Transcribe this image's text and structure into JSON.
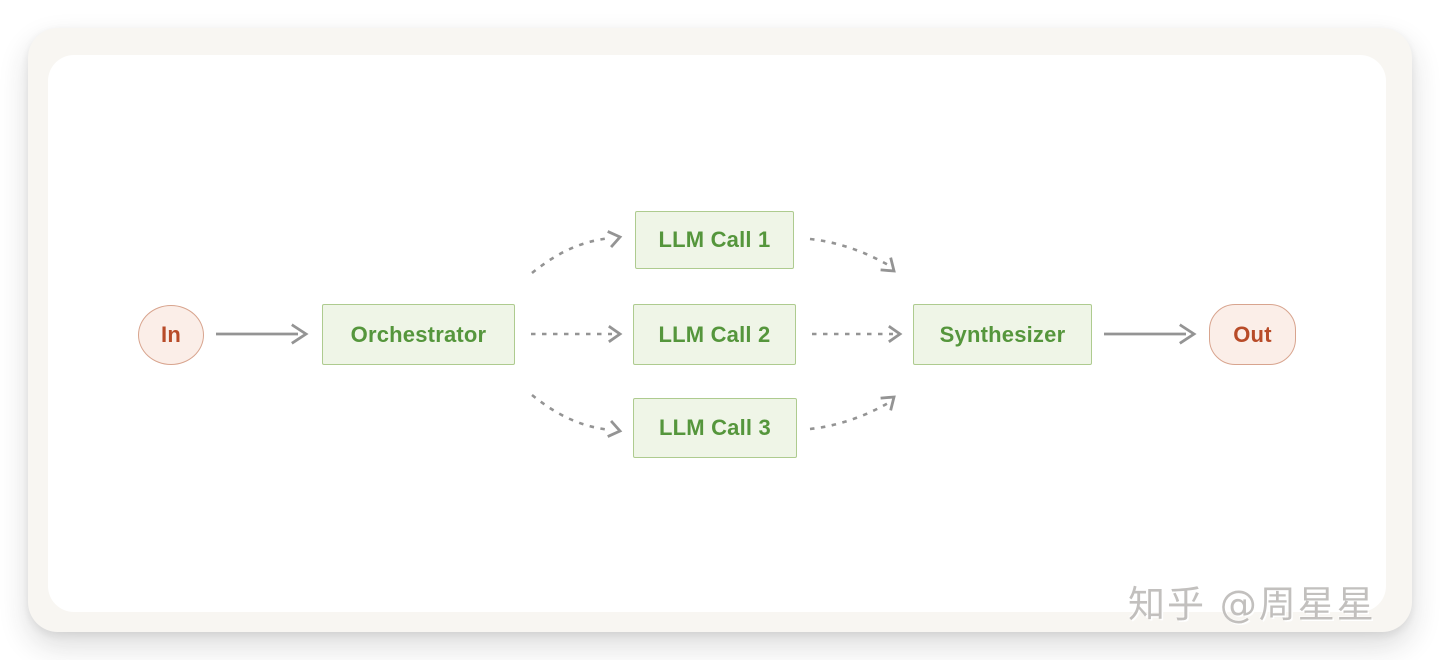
{
  "diagram": {
    "nodes": {
      "in": {
        "label": "In",
        "shape": "ellipse",
        "role": "input"
      },
      "orchestrator": {
        "label": "Orchestrator",
        "shape": "rectangle",
        "role": "process"
      },
      "llm_call_1": {
        "label": "LLM Call 1",
        "shape": "rectangle",
        "role": "process"
      },
      "llm_call_2": {
        "label": "LLM Call 2",
        "shape": "rectangle",
        "role": "process"
      },
      "llm_call_3": {
        "label": "LLM Call 3",
        "shape": "rectangle",
        "role": "process"
      },
      "synthesizer": {
        "label": "Synthesizer",
        "shape": "rectangle",
        "role": "process"
      },
      "out": {
        "label": "Out",
        "shape": "rounded-pill",
        "role": "output"
      }
    },
    "edges": [
      {
        "from": "In",
        "to": "Orchestrator",
        "style": "solid"
      },
      {
        "from": "Orchestrator",
        "to": "LLM Call 1",
        "style": "dashed-curved"
      },
      {
        "from": "Orchestrator",
        "to": "LLM Call 2",
        "style": "dashed-straight"
      },
      {
        "from": "Orchestrator",
        "to": "LLM Call 3",
        "style": "dashed-curved"
      },
      {
        "from": "LLM Call 1",
        "to": "Synthesizer",
        "style": "dashed-curved"
      },
      {
        "from": "LLM Call 2",
        "to": "Synthesizer",
        "style": "dashed-straight"
      },
      {
        "from": "LLM Call 3",
        "to": "Synthesizer",
        "style": "dashed-curved"
      },
      {
        "from": "Synthesizer",
        "to": "Out",
        "style": "solid"
      }
    ],
    "colors": {
      "outer_bg": "#f8f6f2",
      "green_fill": "#eff5e7",
      "green_border": "#aecb8f",
      "green_text": "#55963c",
      "red_fill": "#fbeee8",
      "red_border": "#d8a48e",
      "red_text": "#b84b28",
      "arrow_gray": "#949494"
    }
  },
  "watermark": {
    "text": "知乎 @周星星"
  }
}
